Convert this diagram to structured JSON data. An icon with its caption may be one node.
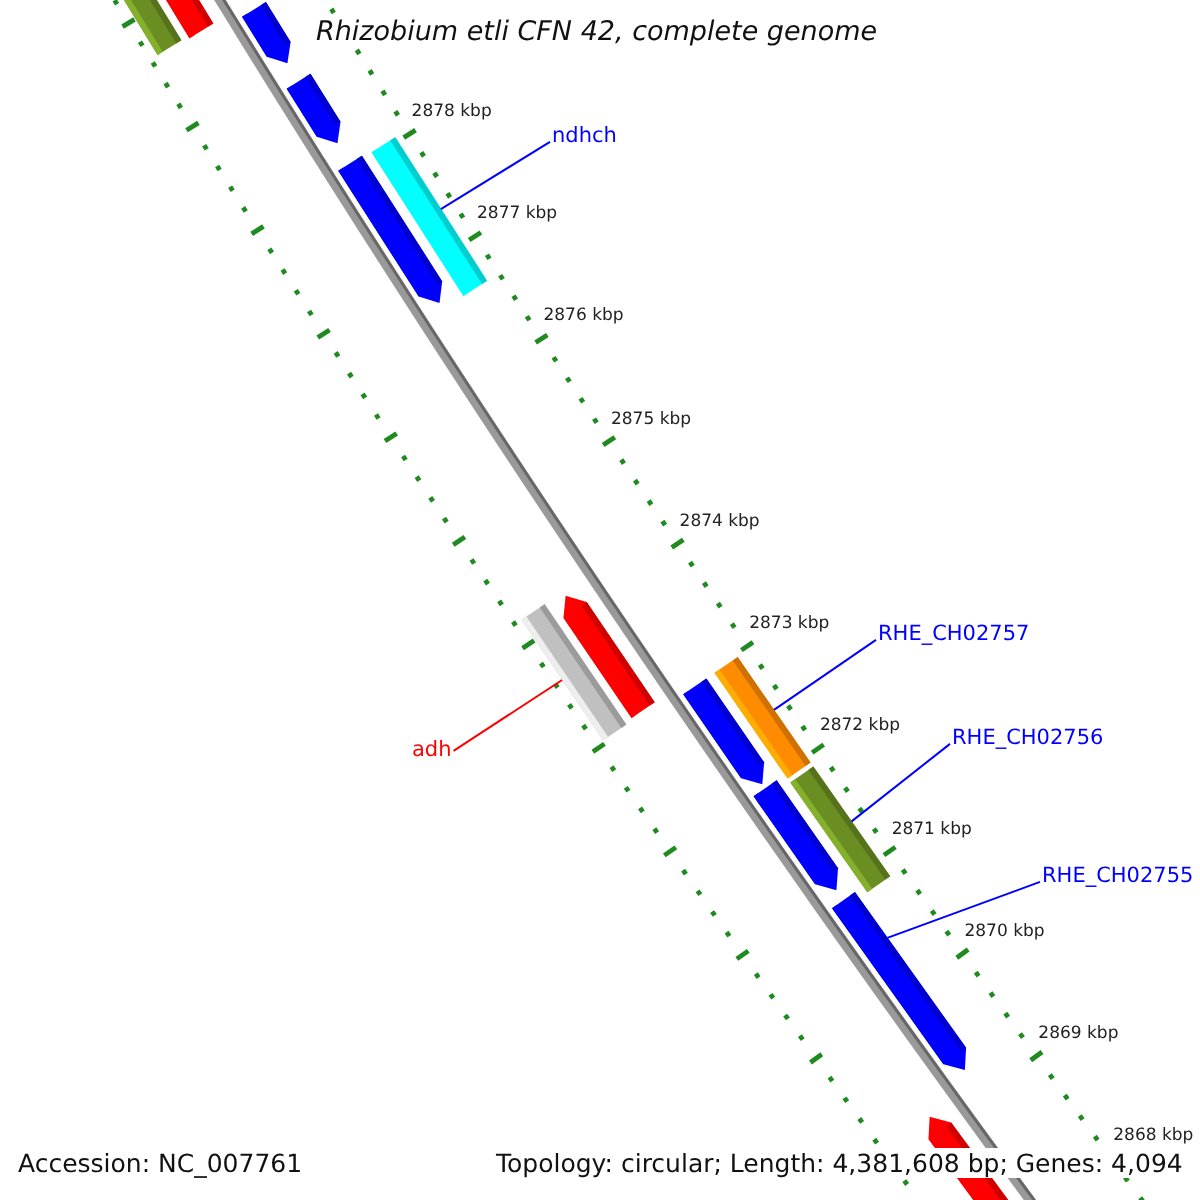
{
  "diagram": {
    "title": "Rhizobium etli CFN 42, complete genome",
    "nodes": [
      {
        "text": [
          "ndhch"
        ]
      },
      {
        "text": [],
        "shape": "bar"
      },
      {
        "text": [
          "RHE_CH02757"
        ]
      },
      {
        "text": [],
        "shape": "bar"
      },
      {
        "text": [
          "RHE_CH02756"
        ]
      },
      {
        "text": [],
        "shape": "bar"
      },
      {
        "text": [
          "adh"
        ]
      },
      {
        "text": [],
        "shape": "bar"
      },
      {
        "text": [
          "RHE_CH02755"
        ]
      },
      {
        "text": [],
        "shape": "bar"
      }
    ],
    "edges": [
      {
        "from": 0,
        "to": 1,
        "arrow": "none"
      },
      {
        "from": 2,
        "to": 3,
        "arrow": "none"
      },
      {
        "from": 4,
        "to": 5,
        "arrow": "none"
      },
      {
        "from": 6,
        "to": 7,
        "arrow": "none",
        "color": "#ff0000"
      },
      {
        "from": 8,
        "to": 9,
        "arrow": "none"
      }
    ],
    "labels": [
      "2878 kbp",
      "2877 kbp",
      "2876 kbp",
      "2875 kbp",
      "2874 kbp",
      "2873 kbp",
      "2872 kbp",
      "2871 kbp",
      "2870 kbp",
      "2869 kbp",
      "2868 kbp",
      "Accession: NC_007761",
      "Topology: circular; Length: 4,381,608 bp; Genes: 4,094"
    ]
  }
}
